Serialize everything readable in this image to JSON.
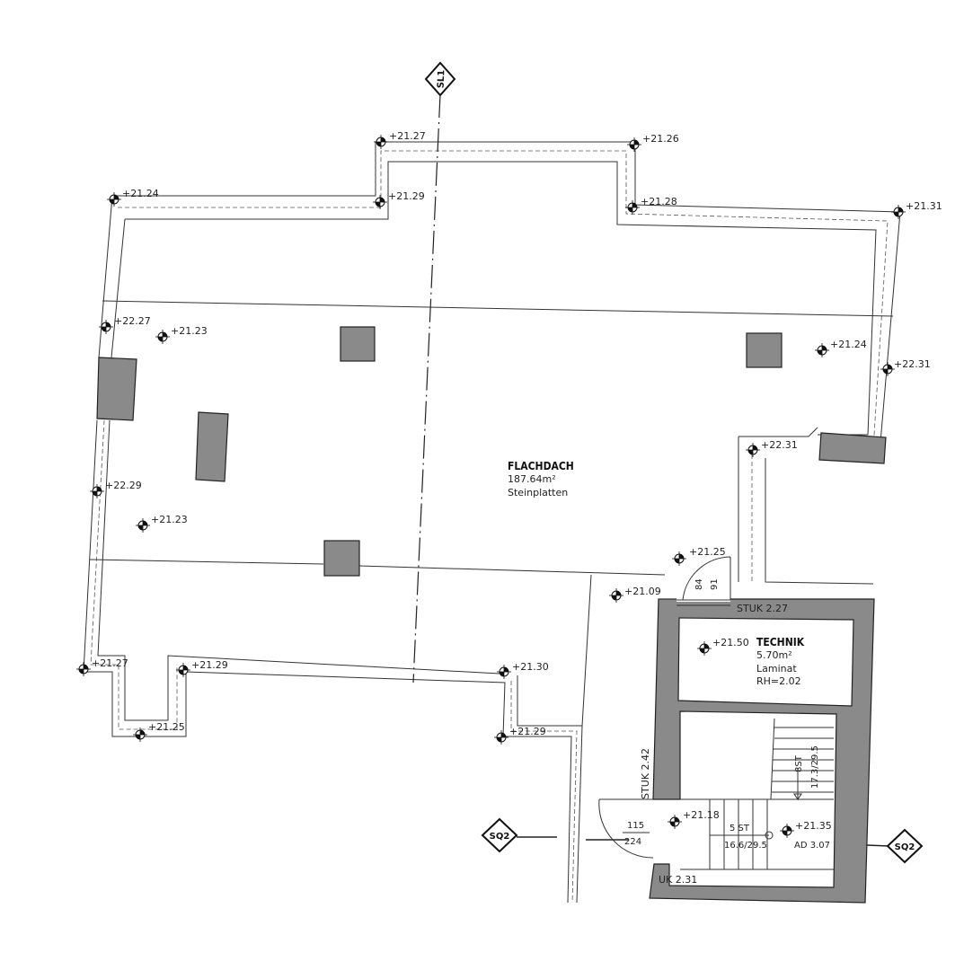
{
  "main_room": {
    "name": "FLACHDACH",
    "area": "187.64m²",
    "material": "Steinplatten"
  },
  "tech_room": {
    "name": "TECHNIK",
    "area": "5.70m²",
    "material": "Laminat",
    "height": "RH=2.02"
  },
  "section_markers": {
    "sl1": "SL1",
    "sq2_left": "SQ2",
    "sq2_right": "SQ2"
  },
  "elevations": {
    "e1": "+21.27",
    "e2": "+21.26",
    "e3": "+21.24",
    "e4": "+21.29",
    "e5": "+21.28",
    "e6": "+21.31",
    "e7": "+22.27",
    "e8": "+21.23",
    "e9": "+21.24",
    "e10": "+22.31",
    "e11": "+22.31",
    "e12": "+22.29",
    "e13": "+21.23",
    "e14": "+21.25",
    "e15": "+21.09",
    "e16": "+21.50",
    "e17": "+21.27",
    "e18": "+21.29",
    "e19": "+21.30",
    "e20": "+21.25",
    "e21": "+21.29",
    "e22": "+21.18",
    "e23": "+21.35"
  },
  "annotations": {
    "stuk_top": "STUK 2.27",
    "stuk_side": "STUK 2.42",
    "uk": "UK 2.31",
    "door_84": "84",
    "door_91": "91",
    "dim_115": "115",
    "dim_224": "224",
    "stair_upper_steps": "8ST",
    "stair_upper_ratio": "17.3/29.5",
    "stair_lower_steps": "5 ST",
    "stair_lower_ratio": "16.6/29.5",
    "ad": "AD 3.07"
  }
}
